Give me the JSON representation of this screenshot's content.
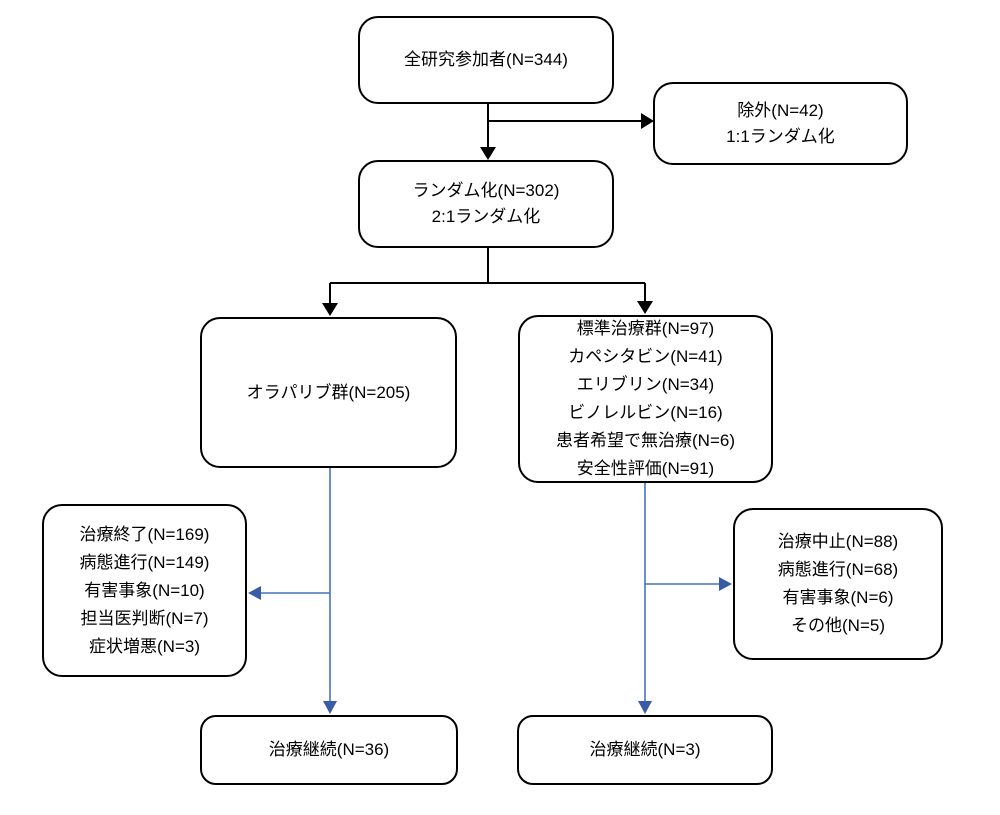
{
  "diagram": {
    "kind": "clinical-trial-flowchart",
    "language": "ja",
    "colors": {
      "box_border": "#000000",
      "box_fill": "#ffffff",
      "primary_connector": "#000000",
      "secondary_connector": "#4472C4",
      "secondary_arrowhead": "#3A5CA8",
      "text": "#000000"
    },
    "nodes": {
      "participants": {
        "lines": [
          "全研究参加者(N=344)"
        ]
      },
      "excluded": {
        "lines": [
          "除外(N=42)",
          "1:1ランダム化"
        ]
      },
      "randomized": {
        "lines": [
          "ランダム化(N=302)",
          "2:1ランダム化"
        ]
      },
      "olaparib": {
        "lines": [
          "オラパリブ群(N=205)"
        ]
      },
      "standard": {
        "lines": [
          "標準治療群(N=97)",
          "カペシタビン(N=41)",
          "エリブリン(N=34)",
          "ビノレルビン(N=16)",
          "患者希望で無治療(N=6)",
          "安全性評価(N=91)"
        ]
      },
      "olaparib_discontinued": {
        "lines": [
          "治療終了(N=169)",
          "病態進行(N=149)",
          "有害事象(N=10)",
          "担当医判断(N=7)",
          "症状増悪(N=3)"
        ]
      },
      "standard_discontinued": {
        "lines": [
          "治療中止(N=88)",
          "病態進行(N=68)",
          "有害事象(N=6)",
          "その他(N=5)"
        ]
      },
      "olaparib_continuing": {
        "lines": [
          "治療継続(N=36)"
        ]
      },
      "standard_continuing": {
        "lines": [
          "治療継続(N=3)"
        ]
      }
    },
    "edges": [
      "participants -> randomized",
      "participants -> excluded",
      "randomized -> olaparib",
      "randomized -> standard",
      "olaparib -> olaparib_discontinued",
      "olaparib -> olaparib_continuing",
      "standard -> standard_discontinued",
      "standard -> standard_continuing"
    ]
  }
}
